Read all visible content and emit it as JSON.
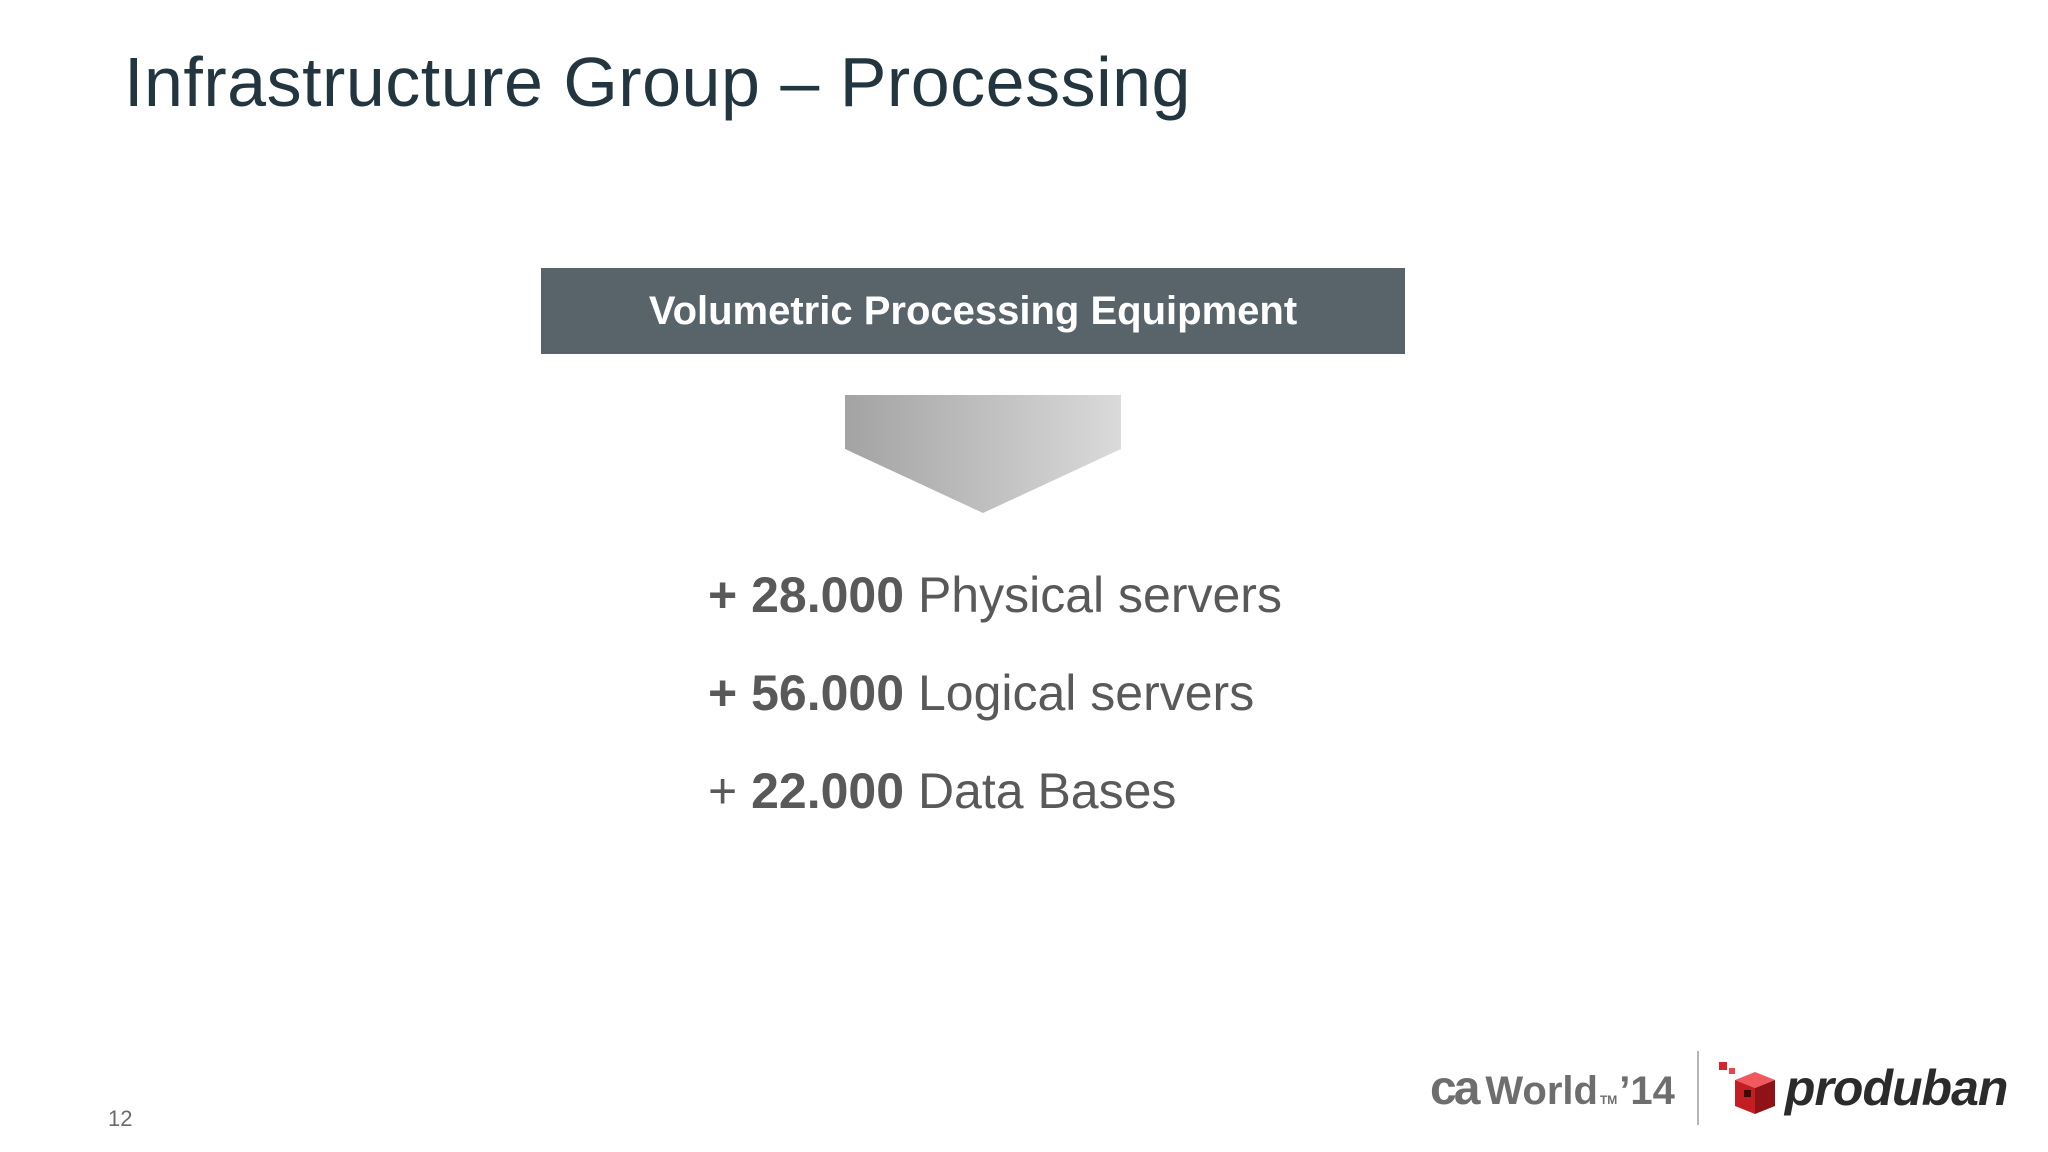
{
  "slide": {
    "title": "Infrastructure Group – Processing",
    "page_number": "12"
  },
  "header_box": {
    "label": "Volumetric Processing Equipment",
    "color": "#59646a"
  },
  "stats": [
    {
      "prefix": "+",
      "value": "28.000",
      "label": "Physical servers"
    },
    {
      "prefix": "+",
      "value": "56.000",
      "label": "Logical servers"
    },
    {
      "prefix": "+",
      "value": "22.000",
      "label": "Data Bases"
    }
  ],
  "footer": {
    "caworld": {
      "ca": "ca",
      "world": "World",
      "tm": "TM",
      "year": "’14"
    },
    "produban": {
      "name": "produban",
      "icon": "red-cube-icon",
      "accent": "#d8232a"
    }
  }
}
